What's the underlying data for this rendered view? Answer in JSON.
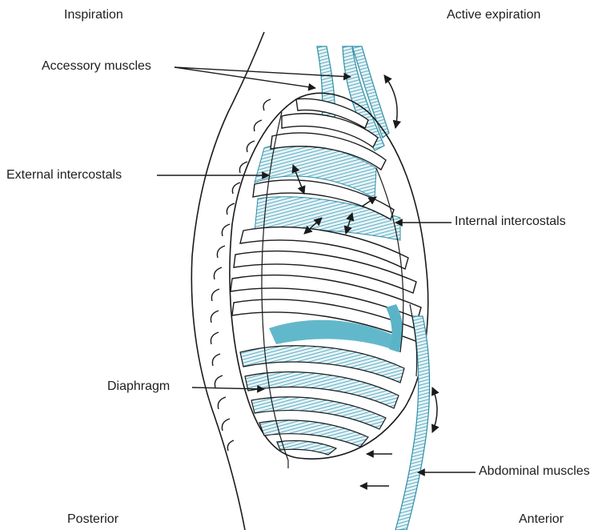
{
  "labels": {
    "inspiration": "Inspiration",
    "active_expiration": "Active expiration",
    "accessory_muscles": "Accessory muscles",
    "external_intercostals": "External intercostals",
    "internal_intercostals": "Internal intercostals",
    "diaphragm": "Diaphragm",
    "abdominal_muscles": "Abdominal muscles",
    "posterior": "Posterior",
    "anterior": "Anterior"
  },
  "colors": {
    "muscle": "#5ab4c8",
    "muscle_hatch": "#2e8ea6",
    "outline": "#1a1a1a",
    "text": "#1e1e1e"
  }
}
